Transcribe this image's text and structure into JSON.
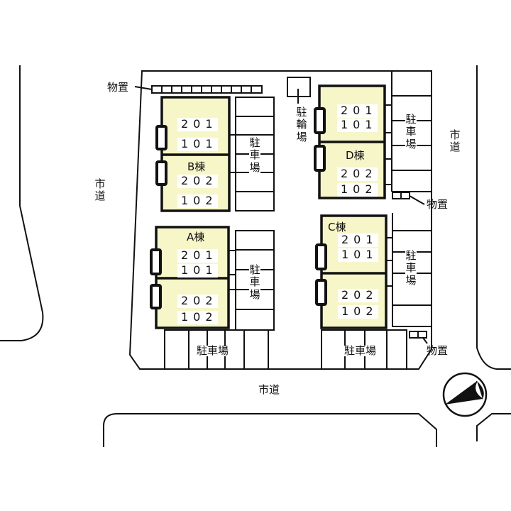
{
  "title": "Site plan",
  "colors": {
    "building_fill": "#f6f6c9",
    "line": "#111111"
  },
  "roads": {
    "left": "市道",
    "right": "市道",
    "bottom": "市道"
  },
  "buildings": {
    "A": {
      "name": "A棟",
      "units_top": [
        "201",
        "101"
      ],
      "units_bottom": [
        "202",
        "102"
      ]
    },
    "B": {
      "name": "B棟",
      "units_top": [
        "201",
        "101"
      ],
      "units_bottom": [
        "202",
        "102"
      ]
    },
    "C": {
      "name": "C棟",
      "units_top": [
        "201",
        "101"
      ],
      "units_bottom": [
        "202",
        "102"
      ]
    },
    "D": {
      "name": "D棟",
      "units_top": [
        "201",
        "101"
      ],
      "units_bottom": [
        "202",
        "102"
      ]
    }
  },
  "labels": {
    "parking": "駐車場",
    "bicycle_parking": "駐輪場",
    "storage": "物置"
  }
}
